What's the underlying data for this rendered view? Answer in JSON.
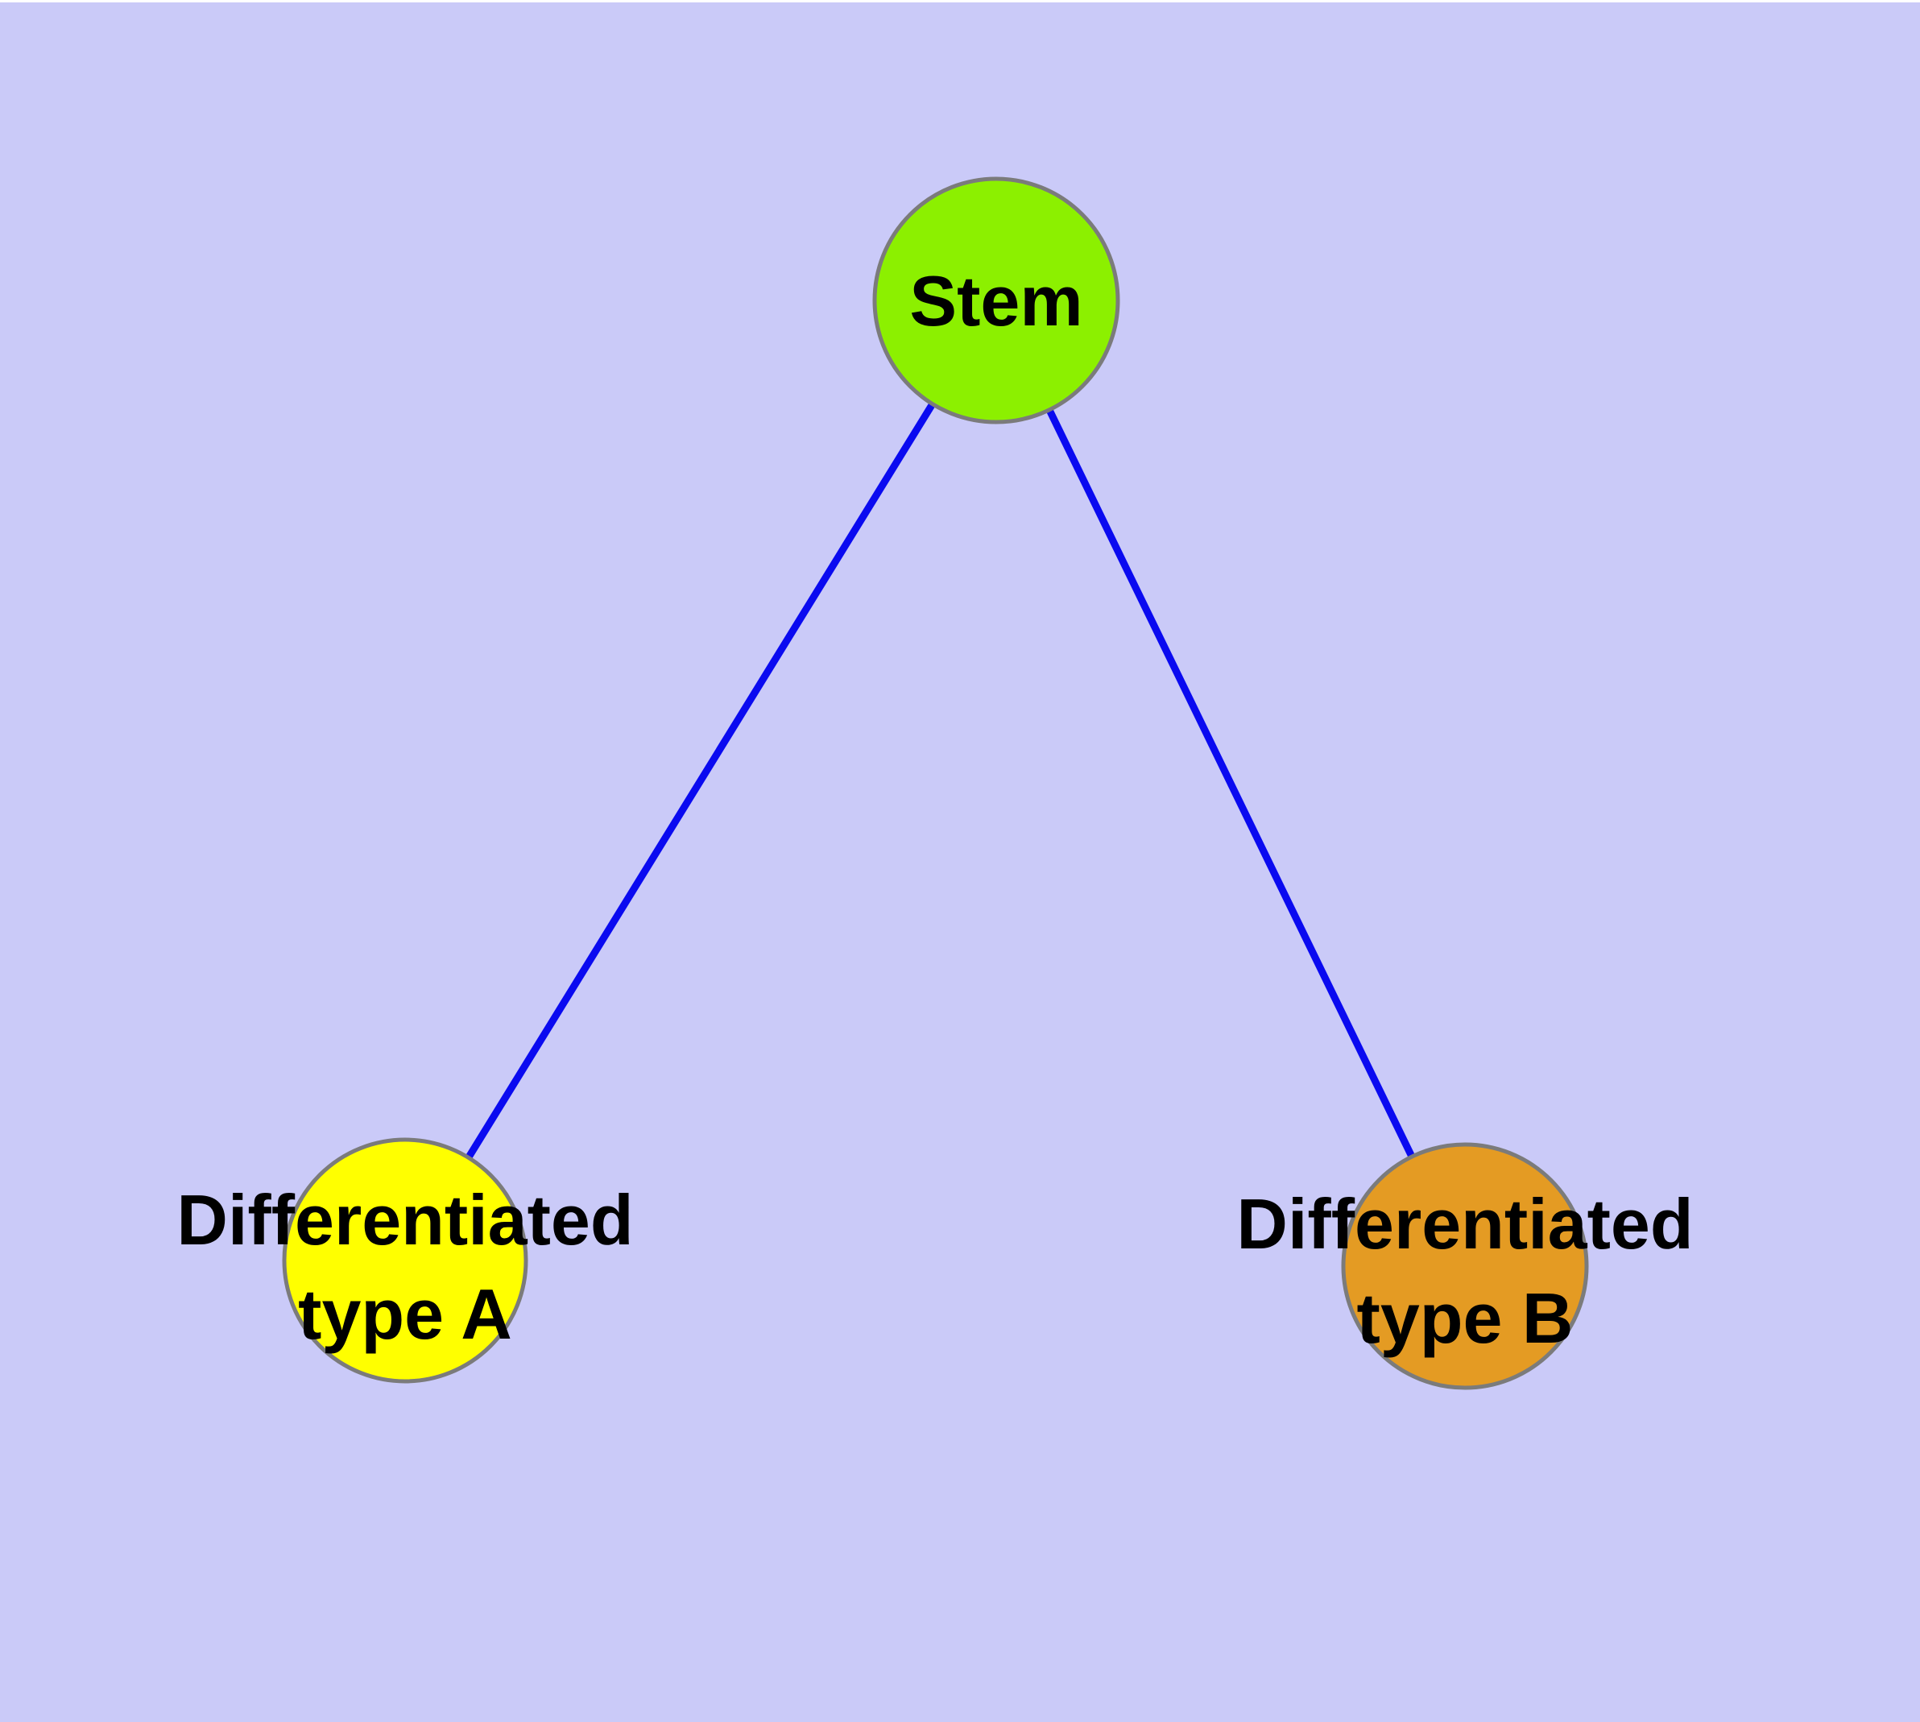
{
  "canvas": {
    "background_color": "#CACAF8",
    "top_strip_color": "#FFFFFF"
  },
  "diagram": {
    "text_color": "#000000",
    "node_border_color": "#7B7B7B",
    "edge_color": "#0A0AF0",
    "nodes": [
      {
        "id": "stem",
        "label_lines": [
          "Stem"
        ],
        "fill": "#8CF000"
      },
      {
        "id": "type-a",
        "label_lines": [
          "Differentiated",
          "type A"
        ],
        "fill": "#FFFF00"
      },
      {
        "id": "type-b",
        "label_lines": [
          "Differentiated",
          "type B"
        ],
        "fill": "#E49B23"
      }
    ],
    "edges": [
      {
        "from": "stem",
        "to": "type-a"
      },
      {
        "from": "stem",
        "to": "type-b"
      }
    ]
  }
}
